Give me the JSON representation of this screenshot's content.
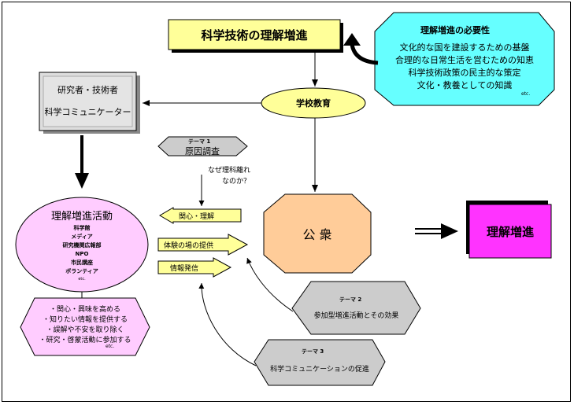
{
  "title": "科学技術の理解増進",
  "necessity": {
    "heading": "理解増進の必要性",
    "lines": [
      "文化的な国を建設するための基盤",
      "合理的な日常生活を営むための知恵",
      "科学技術政策の民主的な策定",
      "文化・教養としての知識"
    ],
    "etc": "etc."
  },
  "researchers": {
    "line1": "研究者・技術者",
    "line2": "科学コミュニケーター"
  },
  "school": "学校教育",
  "theme1": {
    "label": "テーマ 1",
    "text": "原因調査"
  },
  "question": {
    "line1": "なぜ理科離れ",
    "line2": "なのか？"
  },
  "public": "公 衆",
  "result": "理解増進",
  "activities": {
    "title": "理解増進活動",
    "items": [
      "科学館",
      "メディア",
      "研究機関広報部",
      "NPO",
      "市民講座",
      "ボランティア"
    ],
    "etc": "etc."
  },
  "arrows": [
    "関心・理解",
    "体験の場の提供",
    "情報発信"
  ],
  "goals": {
    "items": [
      "・関心・興味を高める",
      "・知りたい情報を提供する",
      "・誤解や不安を取り除く",
      "・研究・啓蒙活動に参加する"
    ],
    "etc": "etc."
  },
  "theme2": {
    "label": "テーマ 2",
    "text": "参加型増進活動とその効果"
  },
  "theme3": {
    "label": "テーマ 3",
    "text": "科学コミュニケーションの促進"
  },
  "colors": {
    "title_bg": "#ffff99",
    "necessity_bg": "#66ffff",
    "activity_bg": "#ffccff",
    "public_bg": "#ffcc99",
    "result_bg": "#ff33ff",
    "theme_bg": "#cccccc",
    "arrow_bg": "#ffff99"
  }
}
